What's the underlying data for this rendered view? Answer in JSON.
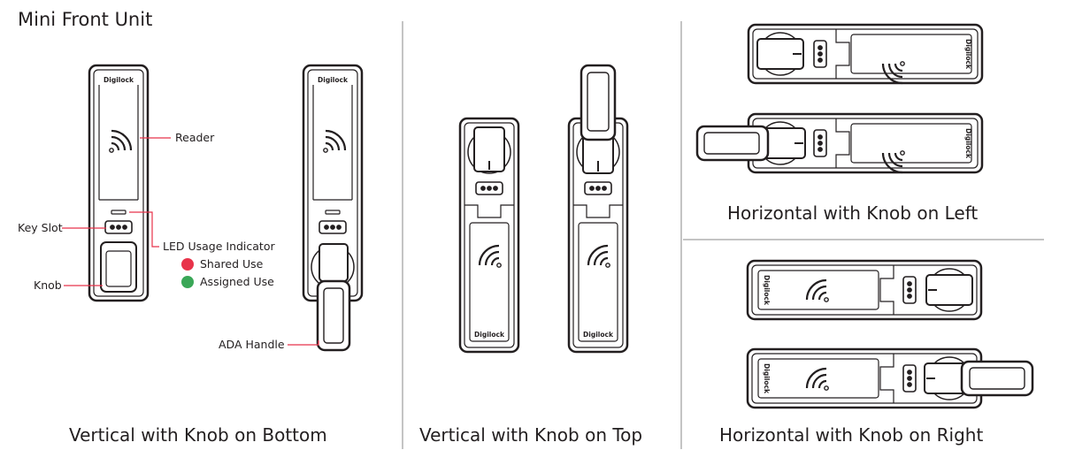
{
  "title": "Mini Front Unit",
  "brand": "Digilock",
  "callouts": {
    "reader": "Reader",
    "key_slot": "Key Slot",
    "led": "LED Usage Indicator",
    "shared": "Shared Use",
    "assigned": "Assigned Use",
    "knob": "Knob",
    "ada": "ADA Handle"
  },
  "captions": {
    "vertical_bottom": "Vertical with Knob on Bottom",
    "vertical_top": "Vertical with Knob on Top",
    "horizontal_left": "Horizontal with Knob on Left",
    "horizontal_right": "Horizontal with Knob on Right"
  },
  "colors": {
    "shared": "#e8334a",
    "assigned": "#3aa757",
    "divider": "#b0b0b0",
    "line": "#231f20"
  }
}
